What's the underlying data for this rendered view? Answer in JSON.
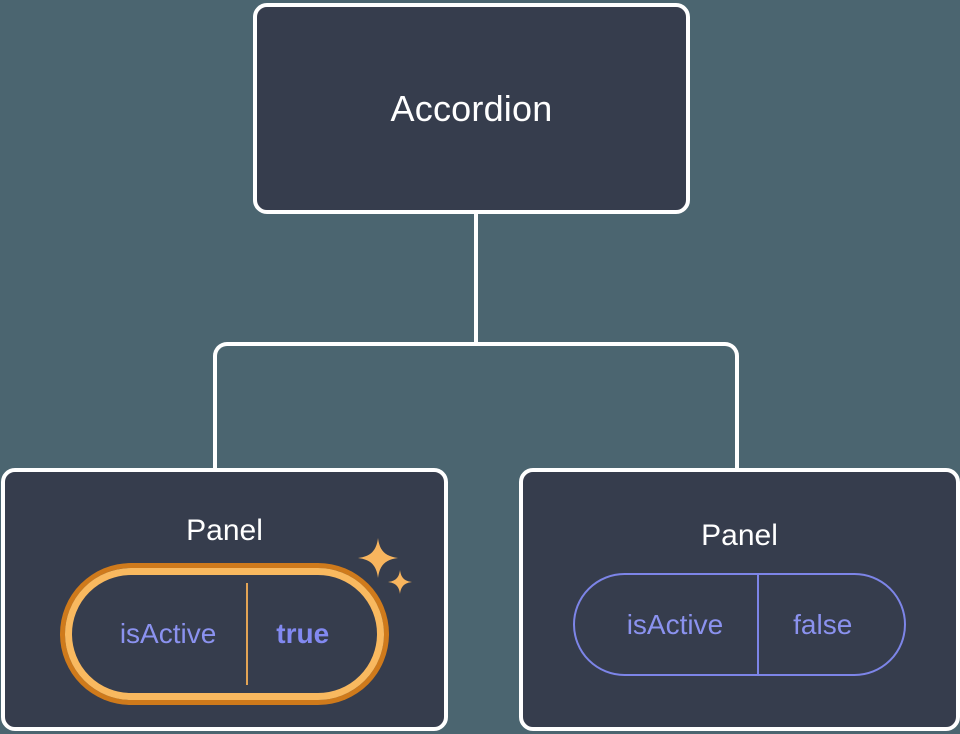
{
  "canvas": {
    "background_color": "#4b6570",
    "node_fill_color": "#363d4d",
    "node_border_color": "#ffffff",
    "edge_color": "#ffffff",
    "accent_highlight_color": "#f9b95f",
    "accent_highlight_glow_color": "#cf7a1b",
    "prop_text_color": "#8b92ef",
    "prop_border_color": "#7d85e8"
  },
  "tree": {
    "root": {
      "title": "Accordion"
    },
    "children": [
      {
        "title": "Panel",
        "highlighted": true,
        "props": [
          {
            "key": "isActive",
            "value": "true"
          }
        ],
        "decorations": [
          {
            "icon": "sparkle-large-icon"
          },
          {
            "icon": "sparkle-small-icon"
          }
        ]
      },
      {
        "title": "Panel",
        "highlighted": false,
        "props": [
          {
            "key": "isActive",
            "value": "false"
          }
        ],
        "decorations": []
      }
    ]
  }
}
